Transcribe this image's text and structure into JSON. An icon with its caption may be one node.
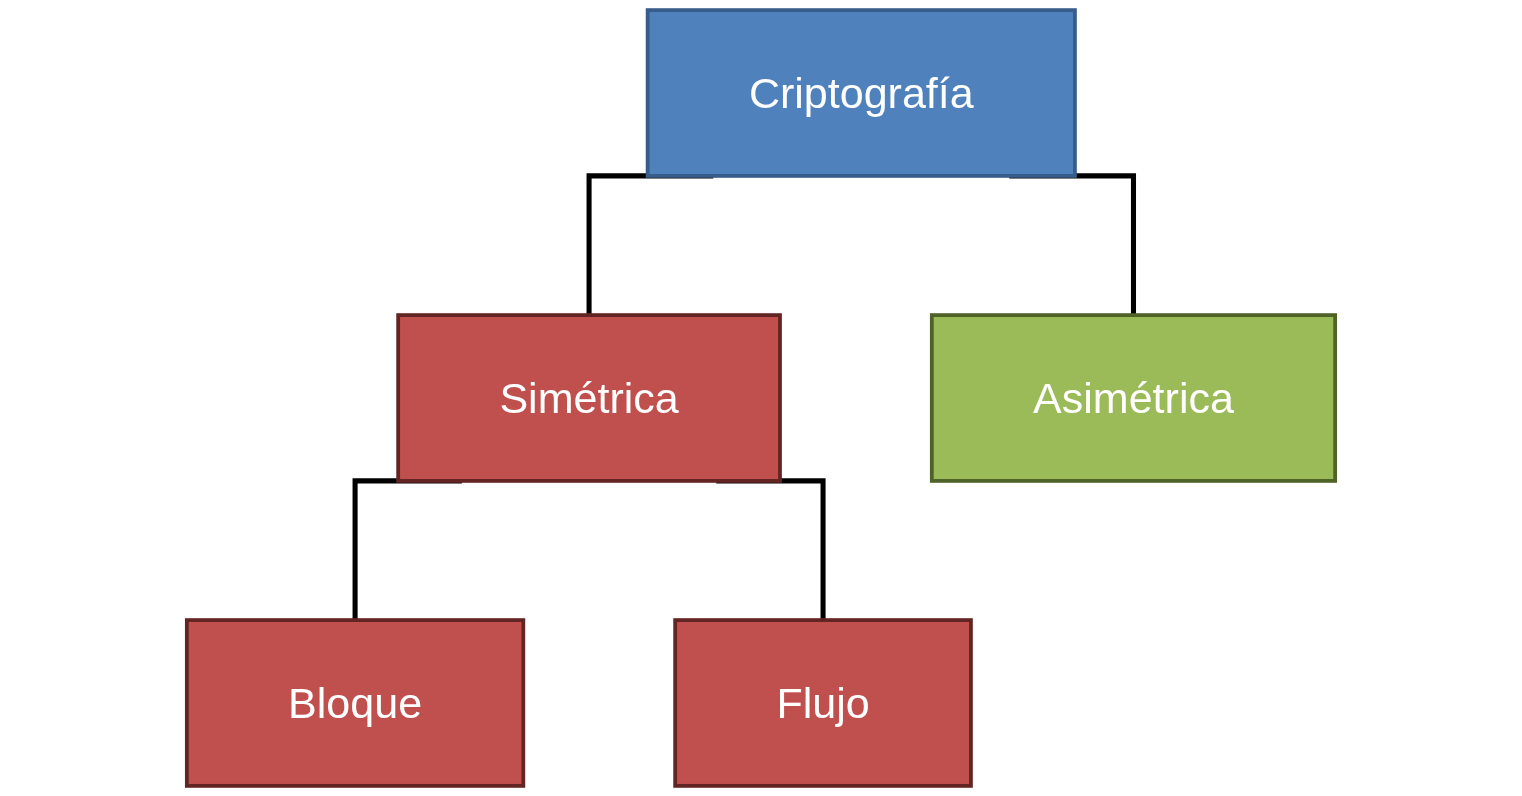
{
  "diagram": {
    "nodes": [
      {
        "text": [
          "Criptografía"
        ]
      },
      {
        "text": [
          "Simétrica"
        ]
      },
      {
        "text": [
          "Asimétrica"
        ]
      },
      {
        "text": [
          "Bloque"
        ]
      },
      {
        "text": [
          "Flujo"
        ]
      }
    ],
    "edges": [
      {
        "from": 0,
        "to": 1,
        "arrow": "none"
      },
      {
        "from": 0,
        "to": 2,
        "arrow": "none"
      },
      {
        "from": 1,
        "to": 3,
        "arrow": "none"
      },
      {
        "from": 1,
        "to": 4,
        "arrow": "none"
      }
    ]
  }
}
